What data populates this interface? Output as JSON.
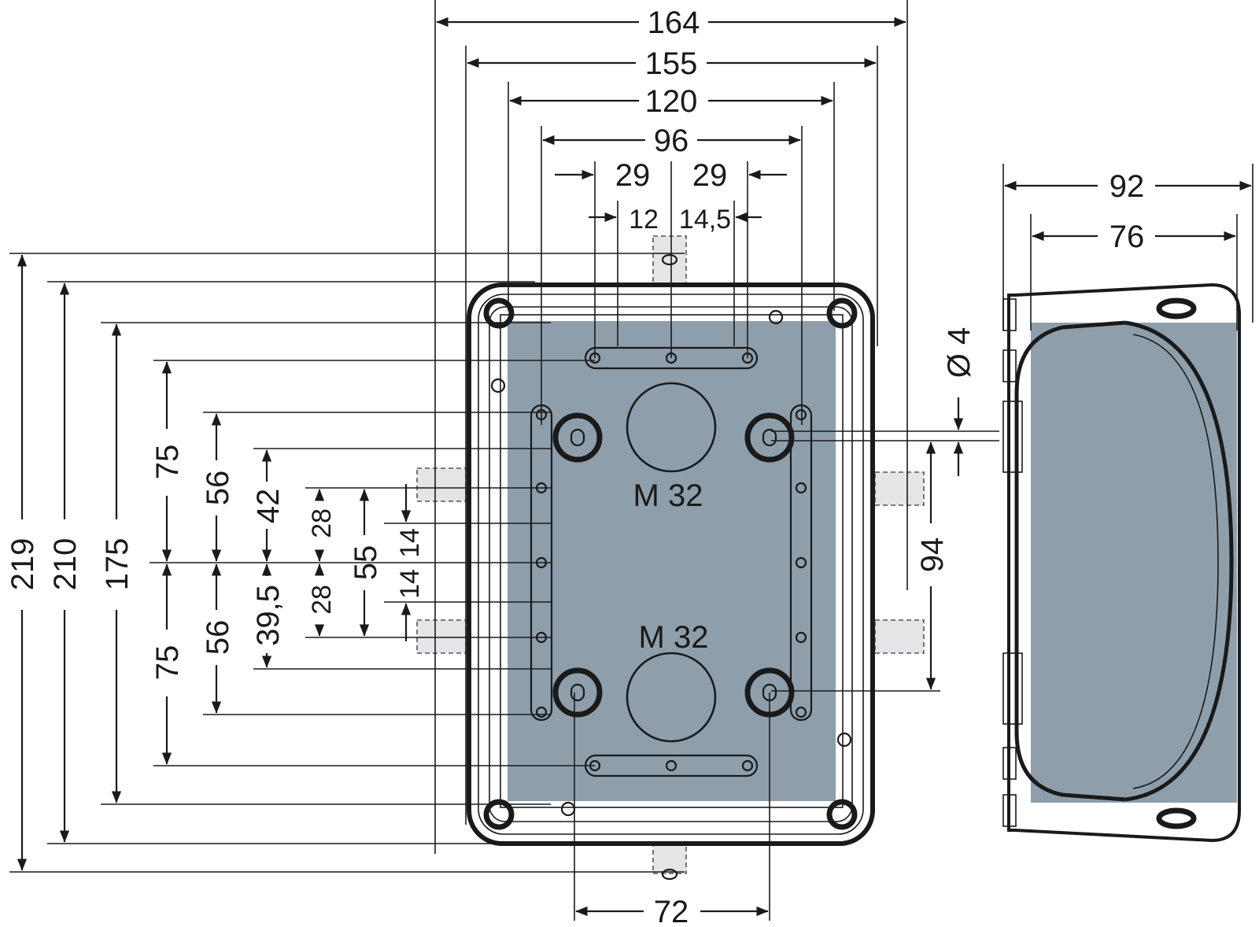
{
  "drawing": {
    "top_dims": [
      "164",
      "155",
      "120",
      "96",
      "29",
      "29",
      "12",
      "14,5"
    ],
    "bottom_dim": "72",
    "left_dims": [
      "219",
      "210",
      "175",
      "75",
      "75",
      "56",
      "56",
      "42",
      "39,5",
      "28",
      "28",
      "55",
      "14",
      "14"
    ],
    "right_dims": [
      "94",
      "Ø 4"
    ],
    "side_dims": [
      "92",
      "76"
    ],
    "knockout_labels": [
      "M 32",
      "M 32"
    ]
  }
}
